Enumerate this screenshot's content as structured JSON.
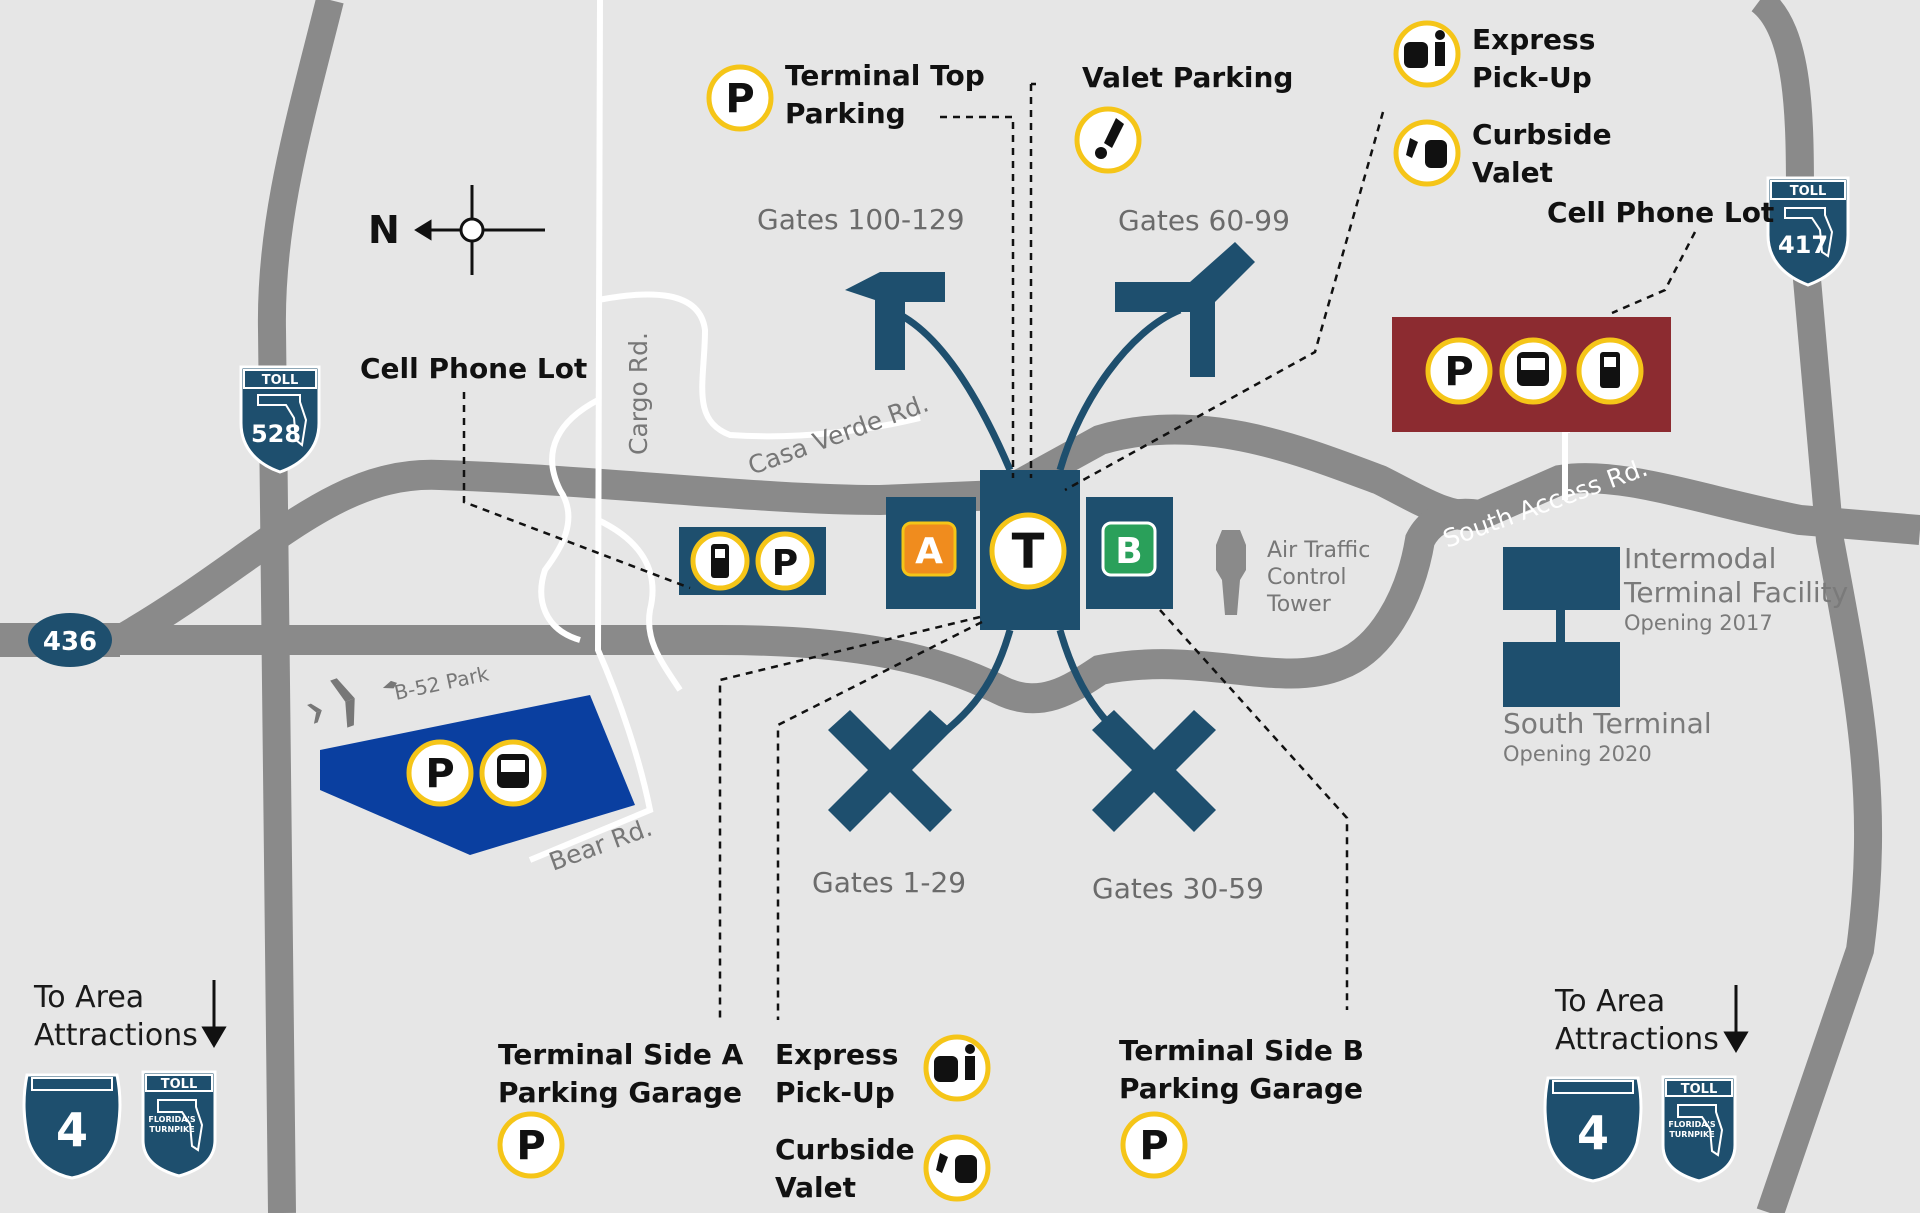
{
  "roads": {
    "casa_verde": "Casa Verde Rd.",
    "cargo": "Cargo Rd.",
    "bear": "Bear Rd.",
    "south_access": "South Access Rd.",
    "b52": "B-52 Park"
  },
  "highways": {
    "h436": "436",
    "h528": "528",
    "h417": "417",
    "h4": "4",
    "toll": "TOLL",
    "turnpike_line1": "FLORIDA'S",
    "turnpike_line2": "TURNPIKE"
  },
  "compass": {
    "north": "N"
  },
  "gates": {
    "g100": "Gates 100-129",
    "g60": "Gates 60-99",
    "g1": "Gates 1-29",
    "g30": "Gates 30-59"
  },
  "terminals": {
    "a": "A",
    "t": "T",
    "b": "B"
  },
  "labels": {
    "terminal_top_line1": "Terminal Top",
    "terminal_top_line2": "Parking",
    "valet_parking": "Valet Parking",
    "express_line1": "Express",
    "express_line2": "Pick-Up",
    "curbside_line1": "Curbside",
    "curbside_line2": "Valet",
    "cell_phone_lot": "Cell Phone Lot",
    "side_a_line1": "Terminal Side A",
    "side_a_line2": "Parking Garage",
    "side_b_line1": "Terminal Side B",
    "side_b_line2": "Parking Garage"
  },
  "atc": {
    "line1": "Air Traffic",
    "line2": "Control",
    "line3": "Tower"
  },
  "facilities": {
    "intermodal_line1": "Intermodal",
    "intermodal_line2": "Terminal Facility",
    "intermodal_opening": "Opening 2017",
    "south_terminal": "South Terminal",
    "south_opening": "Opening 2020"
  },
  "attractions": {
    "line1": "To Area",
    "line2": "Attractions"
  },
  "icons": {
    "parking": "P"
  },
  "colors": {
    "navy": "#1e4f6e",
    "road_gray": "#8a8a8a",
    "ring_yellow": "#f5c518",
    "terminal_a_orange": "#f08c1e",
    "terminal_b_green": "#2aa05a",
    "parking_blue": "#0a3fa0",
    "cell_lot_red": "#8c2b30",
    "background": "#e6e6e6"
  }
}
